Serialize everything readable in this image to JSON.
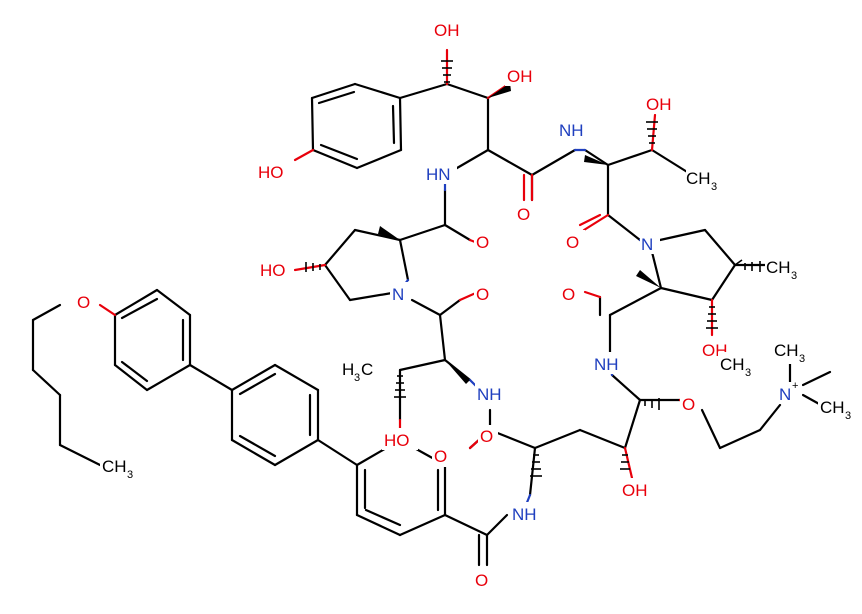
{
  "colors": {
    "oxygen": "#e8000b",
    "nitrogen": "#1f3fbf",
    "carbon": "#000000"
  },
  "labels": {
    "oh_top": "OH",
    "oh_top2": "OH",
    "ho_phenol": "HO",
    "nh_left_top": "HN",
    "o_amide_top": "O",
    "nh_top_right": "NH",
    "oh_thr": "OH",
    "ch3_thr": "CH",
    "ch3_thr_sub": "3",
    "o_amide_right_top": "O",
    "n_pro_right": "N",
    "ch3_pro_right": "CH",
    "ch3_pro_right_sub": "3",
    "o_amide_pro_right": "O",
    "oh_pro_right": "OH",
    "ho_pro_left": "HO",
    "o_amide_pro_left_top": "O",
    "n_pro_left": "N",
    "o_amide_pro_left_bottom": "O",
    "pentyl_o": "O",
    "ch3_pentyl": "CH",
    "ch3_pentyl_sub": "3",
    "ho_center": "HO",
    "o_ring": "O",
    "h3c_val": "H",
    "h3c_val_sub": "3",
    "h3c_val_c": "C",
    "nh_val": "NH",
    "o_val": "O",
    "nh_right_mid": "NH",
    "o_ether": "O",
    "n_plus": "N",
    "plus": "+",
    "ch3_n1": "CH",
    "ch3_n1_sub": "3",
    "ch3_n2": "CH",
    "ch3_n2_sub": "3",
    "ch3_n3": "CH",
    "ch3_n3_sub": "3",
    "oh_bottom_center": "OH",
    "nh_bottom": "NH",
    "o_bottom": "O"
  }
}
